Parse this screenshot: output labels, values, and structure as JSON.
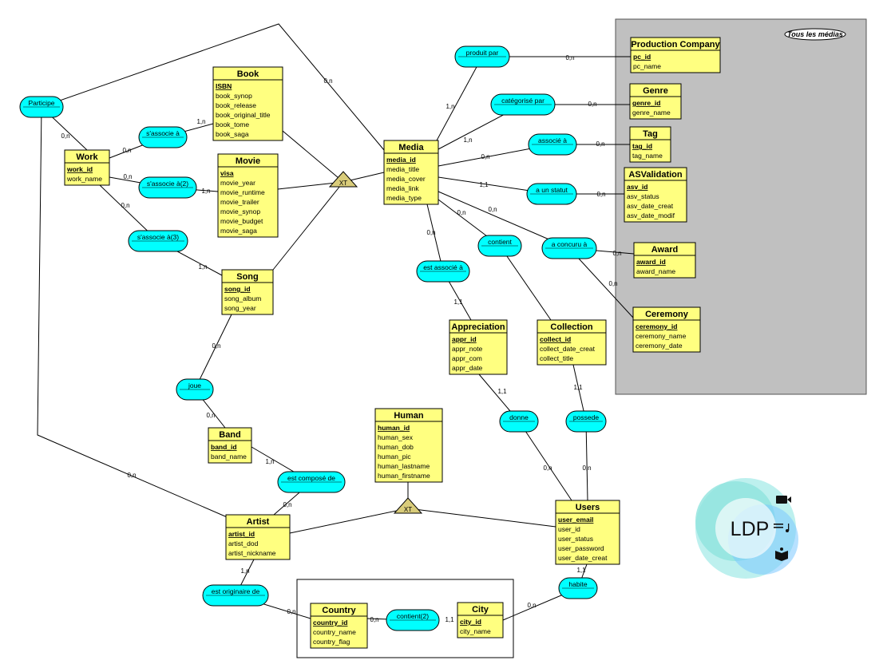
{
  "group": {
    "label": "Tous les médias"
  },
  "entities": [
    {
      "id": "production_company",
      "title": "Production Company",
      "attrs": [
        "pc_id",
        "pc_name"
      ],
      "key": 1
    },
    {
      "id": "genre",
      "title": "Genre",
      "attrs": [
        "genre_id",
        "genre_name"
      ],
      "key": 1
    },
    {
      "id": "tag",
      "title": "Tag",
      "attrs": [
        "tag_id",
        "tag_name"
      ],
      "key": 1
    },
    {
      "id": "asvalidation",
      "title": "ASValidation",
      "attrs": [
        "asv_id",
        "asv_status",
        "asv_date_creat",
        "asv_date_modif"
      ],
      "key": 1
    },
    {
      "id": "award",
      "title": "Award",
      "attrs": [
        "award_id",
        "award_name"
      ],
      "key": 1
    },
    {
      "id": "ceremony",
      "title": "Ceremony",
      "attrs": [
        "ceremony_id",
        "ceremony_name",
        "ceremony_date"
      ],
      "key": 1
    },
    {
      "id": "book",
      "title": "Book",
      "attrs": [
        "ISBN",
        "book_synop",
        "book_release",
        "book_original_title",
        "book_tome",
        "book_saga"
      ],
      "key": 1
    },
    {
      "id": "movie",
      "title": "Movie",
      "attrs": [
        "visa",
        "movie_year",
        "movie_runtime",
        "movie_trailer",
        "movie_synop",
        "movie_budget",
        "movie_saga"
      ],
      "key": 1
    },
    {
      "id": "work",
      "title": "Work",
      "attrs": [
        "work_id",
        "work_name"
      ],
      "key": 1
    },
    {
      "id": "media",
      "title": "Media",
      "attrs": [
        "media_id",
        "media_title",
        "media_cover",
        "media_link",
        "media_type"
      ],
      "key": 1
    },
    {
      "id": "song",
      "title": "Song",
      "attrs": [
        "song_id",
        "song_album",
        "song_year"
      ],
      "key": 1
    },
    {
      "id": "appreciation",
      "title": "Appreciation",
      "attrs": [
        "appr_id",
        "appr_note",
        "appr_com",
        "appr_date"
      ],
      "key": 1
    },
    {
      "id": "collection",
      "title": "Collection",
      "attrs": [
        "collect_id",
        "collect_date_creat",
        "collect_title"
      ],
      "key": 1
    },
    {
      "id": "human",
      "title": "Human",
      "attrs": [
        "human_id",
        "human_sex",
        "human_dob",
        "human_pic",
        "human_lastname",
        "human_firstname"
      ],
      "key": 1
    },
    {
      "id": "band",
      "title": "Band",
      "attrs": [
        "band_id",
        "band_name"
      ],
      "key": 1
    },
    {
      "id": "artist",
      "title": "Artist",
      "attrs": [
        "artist_id",
        "artist_dod",
        "artist_nickname"
      ],
      "key": 1
    },
    {
      "id": "users",
      "title": "Users",
      "attrs": [
        "user_email",
        "user_id",
        "user_status",
        "user_password",
        "user_date_creat"
      ],
      "key": 1
    },
    {
      "id": "country",
      "title": "Country",
      "attrs": [
        "country_id",
        "country_name",
        "country_flag"
      ],
      "key": 1
    },
    {
      "id": "city",
      "title": "City",
      "attrs": [
        "city_id",
        "city_name"
      ],
      "key": 1
    }
  ],
  "associations": [
    {
      "id": "produit_par",
      "label": "produit par"
    },
    {
      "id": "categorise_par",
      "label": "catégorisé par"
    },
    {
      "id": "associe_a",
      "label": "associé à"
    },
    {
      "id": "a_un_statut",
      "label": "a un statut"
    },
    {
      "id": "a_concuru_a",
      "label": "a concuru à"
    },
    {
      "id": "contient",
      "label": "contient"
    },
    {
      "id": "est_associe_a",
      "label": "est associé à"
    },
    {
      "id": "participe",
      "label": "Participe"
    },
    {
      "id": "s_associe_a",
      "label": "s'associe à"
    },
    {
      "id": "s_associe_a2",
      "label": "s'associe à(2)"
    },
    {
      "id": "s_associe_a3",
      "label": "s'associe à(3)"
    },
    {
      "id": "joue",
      "label": "joue"
    },
    {
      "id": "est_compose_de",
      "label": "est composé de"
    },
    {
      "id": "donne",
      "label": "donne"
    },
    {
      "id": "possede",
      "label": "possede"
    },
    {
      "id": "habite",
      "label": "habite"
    },
    {
      "id": "est_originaire_de",
      "label": "est originaire de"
    },
    {
      "id": "contient2",
      "label": "contient(2)"
    }
  ],
  "inheritance": [
    {
      "id": "xt_media",
      "label": "XT"
    },
    {
      "id": "xt_human",
      "label": "XT"
    }
  ],
  "cardinalities": [
    {
      "id": "c_pc",
      "text": "0,n"
    },
    {
      "id": "c_media_pp",
      "text": "1,n"
    },
    {
      "id": "c_genre",
      "text": "0,n"
    },
    {
      "id": "c_media_cp",
      "text": "1,n"
    },
    {
      "id": "c_media_assoc",
      "text": "0,n"
    },
    {
      "id": "c_tag",
      "text": "0,n"
    },
    {
      "id": "c_media_statut",
      "text": "1,1"
    },
    {
      "id": "c_asv",
      "text": "0,n"
    },
    {
      "id": "c_media_conc",
      "text": "0,n"
    },
    {
      "id": "c_award",
      "text": "0,n"
    },
    {
      "id": "c_ceremony",
      "text": "0,n"
    },
    {
      "id": "c_media_cont",
      "text": "0,n"
    },
    {
      "id": "c_media_est",
      "text": "0,n"
    },
    {
      "id": "c_appr_est",
      "text": "1,1"
    },
    {
      "id": "c_appr_donne",
      "text": "1,1"
    },
    {
      "id": "c_coll_poss",
      "text": "1,1"
    },
    {
      "id": "c_users_donne",
      "text": "0,n"
    },
    {
      "id": "c_users_poss",
      "text": "0,n"
    },
    {
      "id": "c_media_part",
      "text": "0,n"
    },
    {
      "id": "c_work_part",
      "text": "0,n"
    },
    {
      "id": "c_artist_part",
      "text": "0,n"
    },
    {
      "id": "c_work_sa",
      "text": "0,n"
    },
    {
      "id": "c_book_sa",
      "text": "1,n"
    },
    {
      "id": "c_work_sa2",
      "text": "0,n"
    },
    {
      "id": "c_movie_sa2",
      "text": "1,n"
    },
    {
      "id": "c_work_sa3",
      "text": "0,n"
    },
    {
      "id": "c_song_sa3",
      "text": "1,n"
    },
    {
      "id": "c_song_joue",
      "text": "0,n"
    },
    {
      "id": "c_band_joue",
      "text": "0,n"
    },
    {
      "id": "c_band_comp",
      "text": "1,n"
    },
    {
      "id": "c_artist_comp",
      "text": "0,n"
    },
    {
      "id": "c_artist_orig",
      "text": "1,n"
    },
    {
      "id": "c_country_orig",
      "text": "0,n"
    },
    {
      "id": "c_country_cont",
      "text": "0,n"
    },
    {
      "id": "c_city_cont",
      "text": "1,1"
    },
    {
      "id": "c_city_hab",
      "text": "0,n"
    },
    {
      "id": "c_users_hab",
      "text": "1,1"
    }
  ],
  "logo": {
    "text": "LDP",
    "colors": [
      "#7fe6d6",
      "#6ec1ff",
      "#b9f0ec"
    ]
  },
  "colors": {
    "entity_fill": "#ffff80",
    "association_fill": "#00ffff",
    "group_fill": "#c0c0c0",
    "inheritance_fill": "#d9cc7a"
  }
}
